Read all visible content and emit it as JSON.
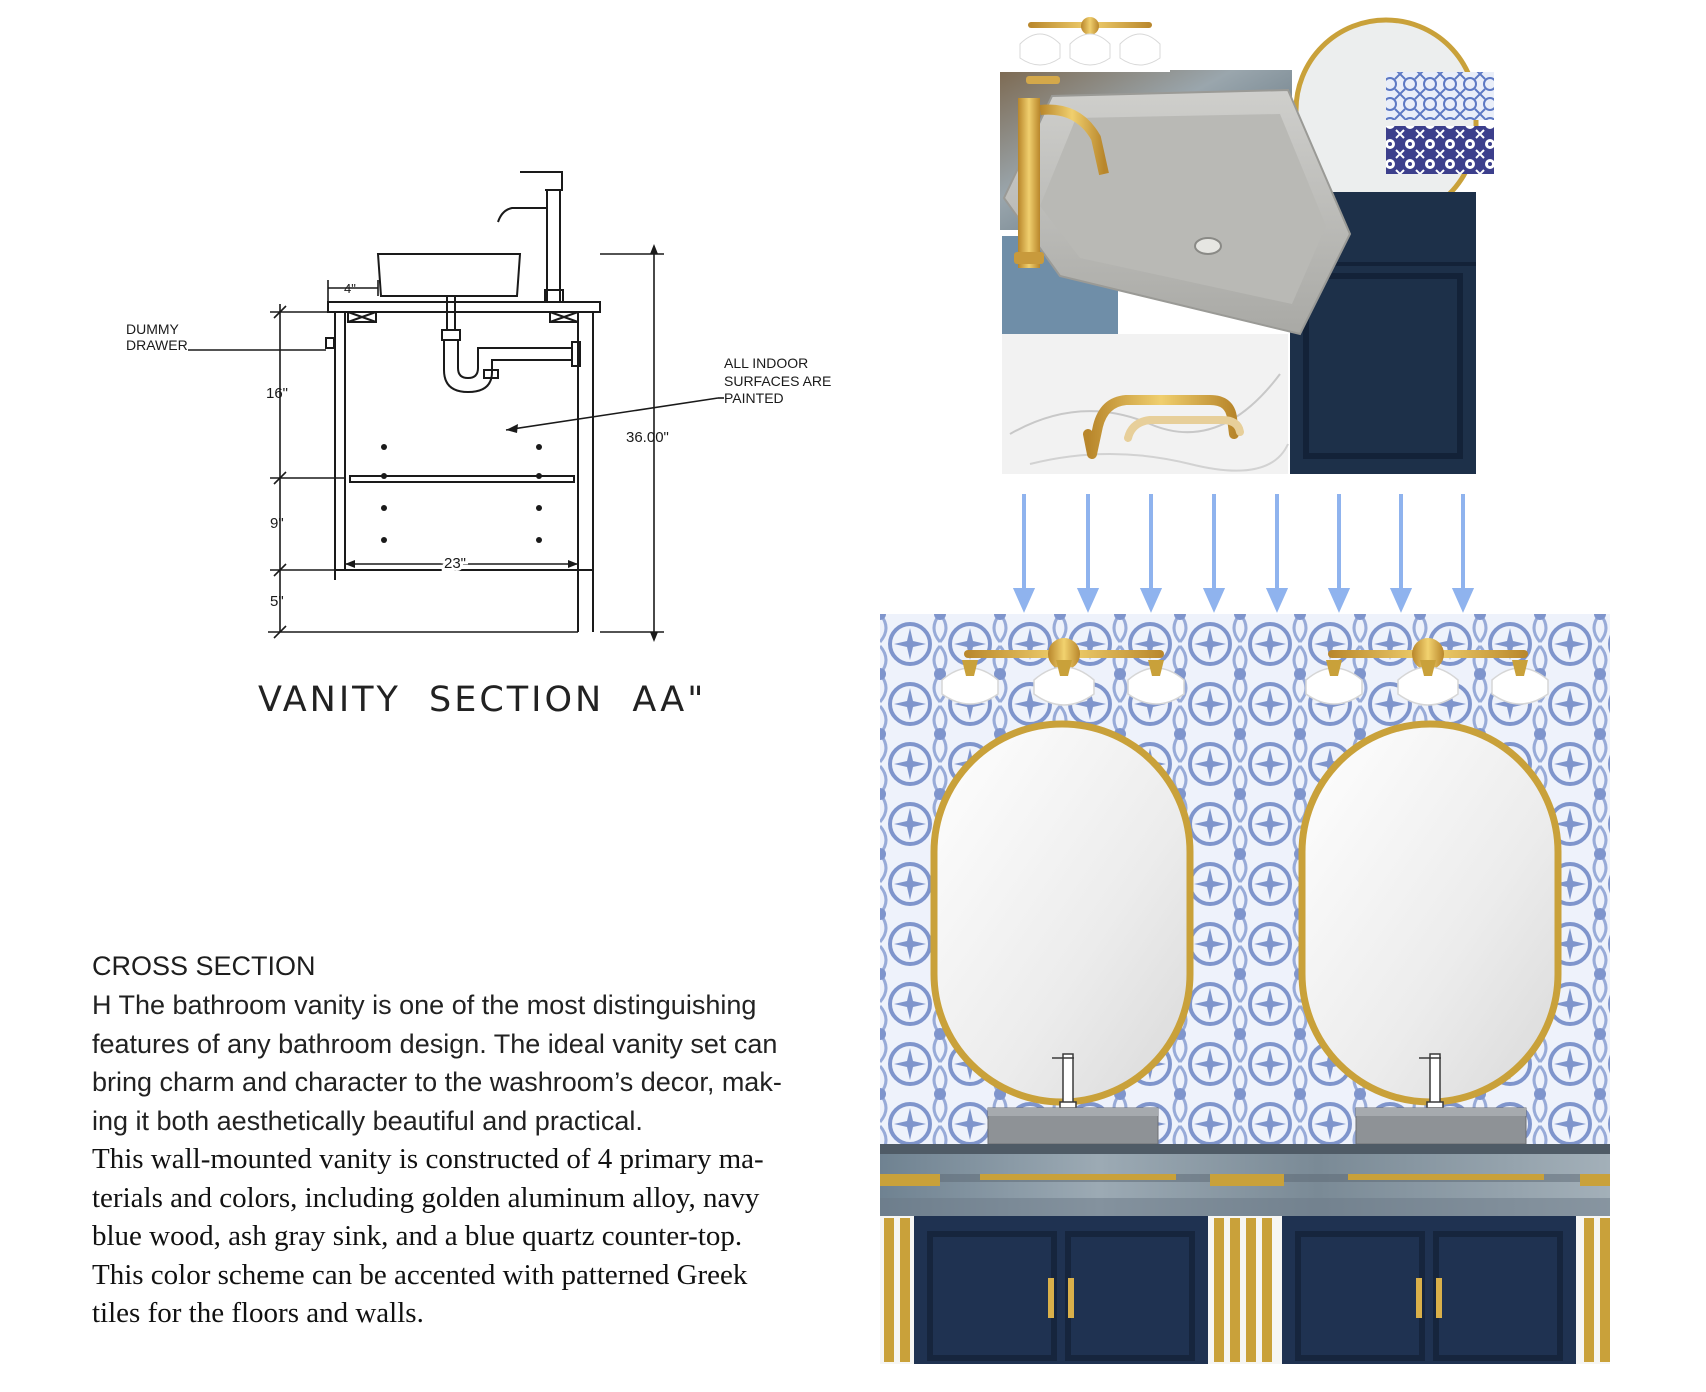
{
  "drawing": {
    "callout_drawer": [
      "DUMMY",
      "DRAWER"
    ],
    "callout_painted": [
      "ALL INDOOR",
      "SURFACES ARE",
      "PAINTED"
    ],
    "dimensions": {
      "top_offset": "4\"",
      "upper_height": "16\"",
      "lower_height": "9\"",
      "base_height": "5\"",
      "inner_width": "23\"",
      "total_height": "36.00\""
    },
    "title": "VANITY SECTION AA\""
  },
  "description": {
    "heading": "CROSS SECTION",
    "sans_lines": [
      "H The bathroom vanity is one of the most distinguishing",
      "features of any bathroom design. The ideal vanity set can",
      "bring charm and character to the washroom’s decor, mak-",
      "ing it both aesthetically beautiful and practical."
    ],
    "serif_lines": [
      "This wall-mounted vanity is constructed of 4 primary ma-",
      "terials and colors, including golden aluminum alloy, navy",
      "blue wood, ash gray sink, and a blue quartz counter-top.",
      "This color scheme can be accented with patterned Greek",
      "tiles for the floors and walls."
    ]
  },
  "colors": {
    "gold": "#c9a13a",
    "navy": "#1f3251",
    "tile_blue": "#7f95cc",
    "ash_gray": "#bcbcb8",
    "arrow_blue": "#8fb3ee",
    "quartz": "#8a9aa8"
  }
}
